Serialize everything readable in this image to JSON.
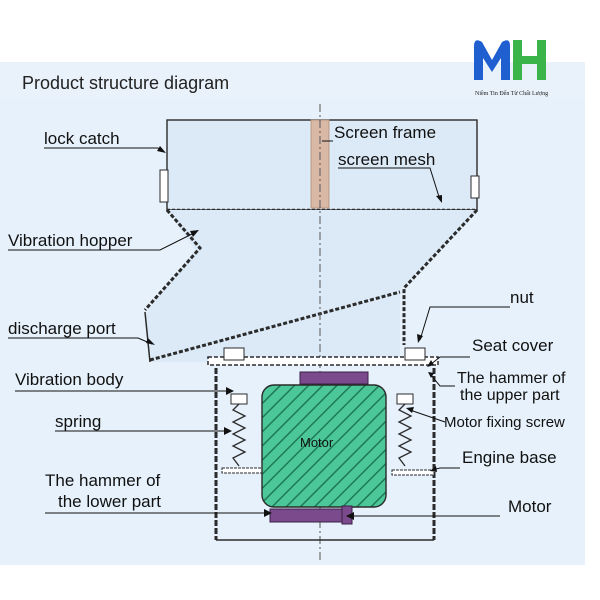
{
  "title": "Product structure diagram",
  "logo": {
    "letters": "MH",
    "tagline": "Niềm Tin Đến Từ Chất Lượng",
    "colors": {
      "blue": "#1f5fd0",
      "green": "#3bb54a"
    }
  },
  "colors": {
    "panel": "#e6f1fb",
    "body_fill": "#d7e9f9",
    "outline": "#2b2b2b",
    "motor_fill": "#4cc79a",
    "hammer": "#7a4a8c",
    "shaft": "#d9b9a6"
  },
  "labels": {
    "lock_catch": "lock catch",
    "vibration_hopper": "Vibration hopper",
    "discharge_port": "discharge port",
    "vibration_body": "Vibration body",
    "spring": "spring",
    "lower_hammer_line1": "The hammer of",
    "lower_hammer_line2": "the lower part",
    "screen_frame": "Screen frame",
    "screen_mesh": "screen mesh",
    "nut": "nut",
    "seat_cover": "Seat cover",
    "upper_hammer_line1": "The hammer of",
    "upper_hammer_line2": "the upper part",
    "motor_fixing_screw": "Motor fixing screw",
    "engine_base": "Engine base",
    "motor_right": "Motor",
    "motor_inner": "Motor"
  }
}
